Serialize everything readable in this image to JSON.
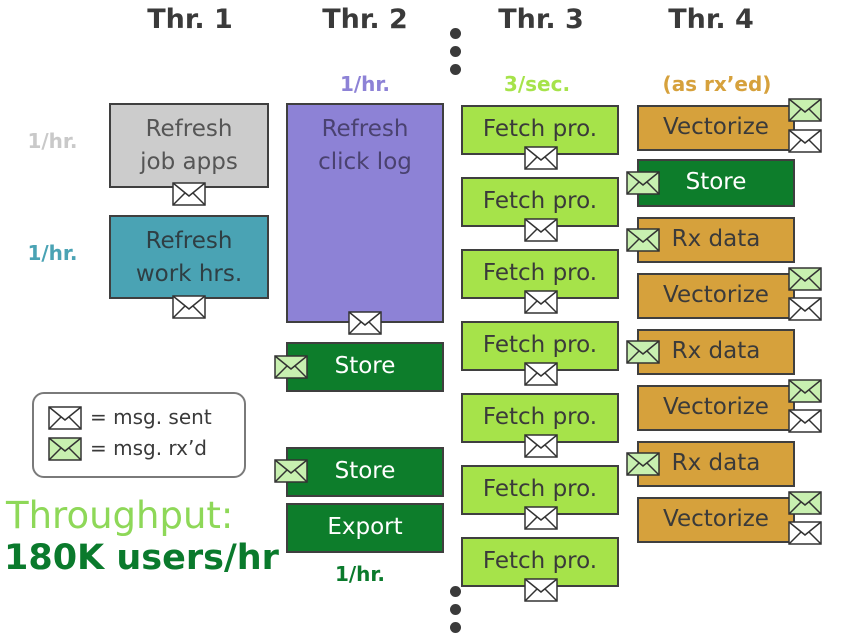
{
  "headers": {
    "thr1": "Thr. 1",
    "thr2": "Thr. 2",
    "thr3": "Thr. 3",
    "thr4": "Thr. 4"
  },
  "rates": {
    "thr1_top": "1/hr.",
    "thr1_mid": "1/hr.",
    "thr2_top": "1/hr.",
    "thr3_top": "3/sec.",
    "thr4_top": "(as rx’ed)",
    "thr2_bottom": "1/hr."
  },
  "thr1": {
    "refresh_job_apps": "Refresh\njob apps",
    "refresh_work_hrs": "Refresh\nwork hrs."
  },
  "thr2": {
    "refresh_click_log": "Refresh\nclick log",
    "store_1": "Store",
    "store_2": "Store",
    "export": "Export"
  },
  "thr3": {
    "fetch": [
      "Fetch pro.",
      "Fetch pro.",
      "Fetch pro.",
      "Fetch pro.",
      "Fetch pro.",
      "Fetch pro.",
      "Fetch pro."
    ]
  },
  "thr4": {
    "vectorize_1": "Vectorize",
    "store": "Store",
    "rx_data_1": "Rx data",
    "vectorize_2": "Vectorize",
    "rx_data_2": "Rx data",
    "vectorize_3": "Vectorize",
    "rx_data_3": "Rx data",
    "vectorize_4": "Vectorize"
  },
  "legend": {
    "sent": "= msg. sent",
    "received": "= msg. rx’d"
  },
  "throughput": {
    "label": "Throughput:",
    "value": "180K users/hr"
  },
  "colors": {
    "rate_gray": "#c9c9c9",
    "rate_teal": "#4aa3b4",
    "rate_purple": "#8d82d6",
    "rate_lgreen": "#a6e34a",
    "rate_orange": "#d6a13c",
    "rate_dgreen": "#0a7a2c",
    "envelope_received": "#c8f0b0"
  },
  "icons": {
    "sent": "envelope-sent-icon",
    "received": "envelope-received-icon"
  }
}
